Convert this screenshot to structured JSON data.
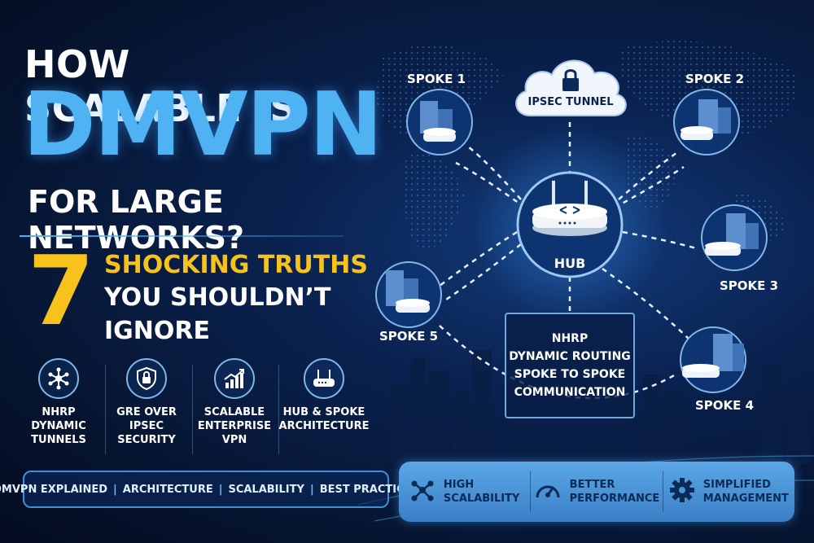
{
  "headline": {
    "line1": "HOW SCALABLE IS",
    "line2": "DMVPN",
    "line3": "FOR LARGE NETWORKS?",
    "number": "7",
    "tagline1": "SHOCKING TRUTHS",
    "tagline2": "YOU SHOULDN’T",
    "tagline3": "IGNORE"
  },
  "features": [
    {
      "icon": "network-hub-icon",
      "label_lines": [
        "NHRP",
        "DYNAMIC",
        "TUNNELS"
      ]
    },
    {
      "icon": "shield-lock-icon",
      "label_lines": [
        "GRE OVER",
        "IPSEC",
        "SECURITY"
      ]
    },
    {
      "icon": "growth-chart-icon",
      "label_lines": [
        "SCALABLE",
        "ENTERPRISE",
        "VPN"
      ]
    },
    {
      "icon": "router-icon",
      "label_lines": [
        "HUB & SPOKE",
        "ARCHITECTURE"
      ]
    }
  ],
  "topics": [
    "DMVPN EXPLAINED",
    "ARCHITECTURE",
    "SCALABILITY",
    "BEST PRACTICES"
  ],
  "benefits": [
    {
      "icon": "network-nodes-icon",
      "lines": [
        "HIGH",
        "SCALABILITY"
      ]
    },
    {
      "icon": "speedometer-icon",
      "lines": [
        "BETTER",
        "PERFORMANCE"
      ]
    },
    {
      "icon": "gear-icon",
      "lines": [
        "SIMPLIFIED",
        "MANAGEMENT"
      ]
    }
  ],
  "diagram": {
    "cloud_label": "IPSEC TUNNEL",
    "hub_label": "HUB",
    "spokes": [
      "SPOKE 1",
      "SPOKE 2",
      "SPOKE 3",
      "SPOKE 4",
      "SPOKE 5"
    ],
    "info_lines": [
      "NHRP",
      "DYNAMIC ROUTING",
      "SPOKE TO SPOKE",
      "COMMUNICATION"
    ]
  },
  "colors": {
    "accent_blue": "#4fb2f2",
    "accent_yellow": "#f7c21b",
    "background": "#06142f"
  }
}
